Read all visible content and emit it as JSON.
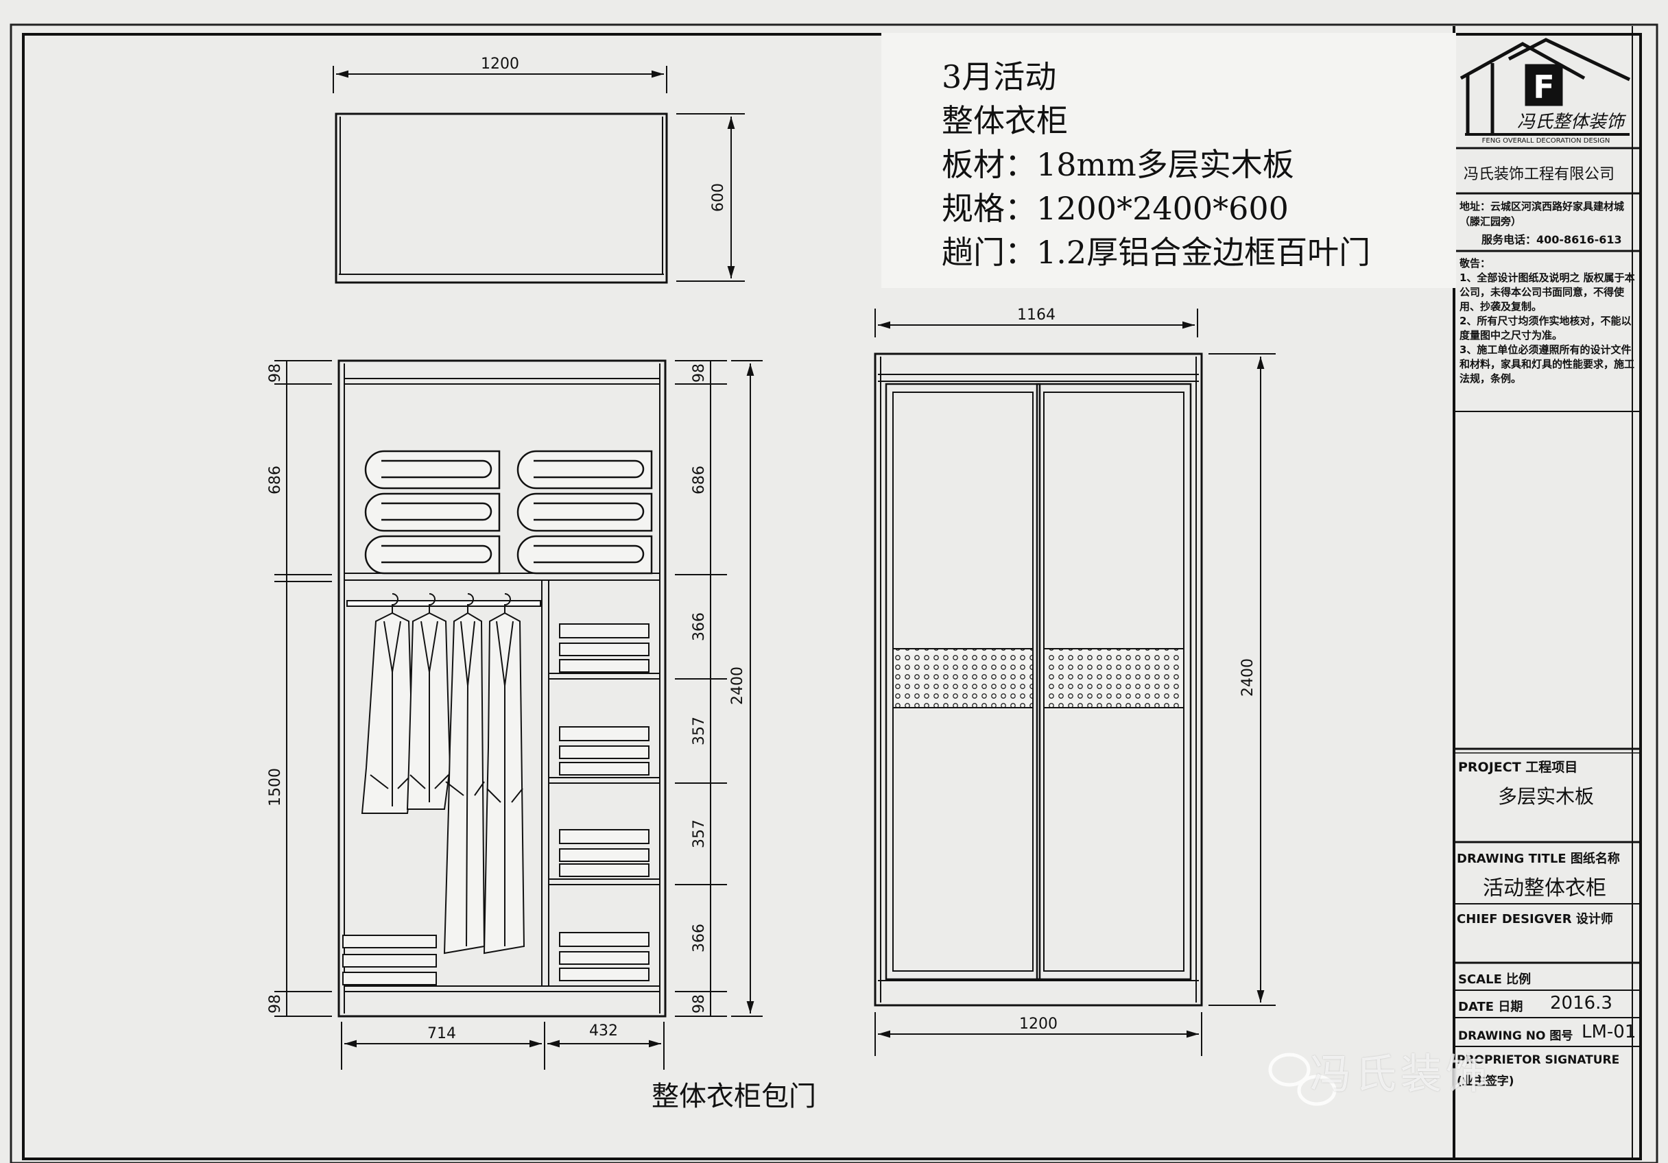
{
  "spec": {
    "line1": "3月活动",
    "line2": "整体衣柜",
    "line3": "板材：18mm多层实木板",
    "line4": "规格：1200*2400*600",
    "line5": "趟门：1.2厚铝合金边框百叶门"
  },
  "plan_view": {
    "width_label": "1200",
    "depth_label": "600"
  },
  "front_view": {
    "top_left_label": "98",
    "upper_left_label": "686",
    "middle_left_label": "1500",
    "bottom_left_label": "98",
    "right_labels": [
      "98",
      "686",
      "366",
      "357",
      "357",
      "366",
      "98"
    ],
    "total_height_label": "2400",
    "bottom_widths": [
      "714",
      "432"
    ],
    "caption": "整体衣柜包门"
  },
  "door_view": {
    "top_width_label": "1164",
    "height_label": "2400",
    "bottom_width_label": "1200"
  },
  "title_block": {
    "company": "冯氏装饰工程有限公司",
    "address": "地址：云城区河滨西路好家具建材城（滕汇园旁）",
    "phone": "服务电话：400-8616-613",
    "notice_title": "敬告：",
    "notices": [
      "1、全部设计图纸及说明之 版权属于本公司，未得本公司书面同意，不得使用、抄袭及复制。",
      "2、所有尺寸均须作实地核对，不能以度量图中之尺寸为准。",
      "3、施工单位必须遵照所有的设计文件和材料，家具和灯具的性能要求，施工法规，条例。"
    ],
    "project_label": "PROJECT  工程项目",
    "project_value": "多层实木板",
    "drawing_title_label": "DRAWING TITLE 图纸名称",
    "drawing_title_value": "活动整体衣柜",
    "chief_designer_label": "CHIEF DESIGVER  设计师",
    "scale_label": "SCALE  比例",
    "date_label": "DATE  日期",
    "date_value": "2016.3",
    "drawing_no_label": "DRAWING NO  图号",
    "drawing_no_value": "LM-01",
    "signature_label": "PROPRIETOR SIGNATURE",
    "signature_sub": "(业主签字)",
    "logo_letter": "F",
    "logo_text": "冯氏整体装饰",
    "logo_sub": "FENG OVERALL DECORATION DESIGN"
  },
  "watermark": "冯氏装饰",
  "icons": {
    "logo": "house-logo-icon",
    "wechat": "wechat-icon"
  }
}
